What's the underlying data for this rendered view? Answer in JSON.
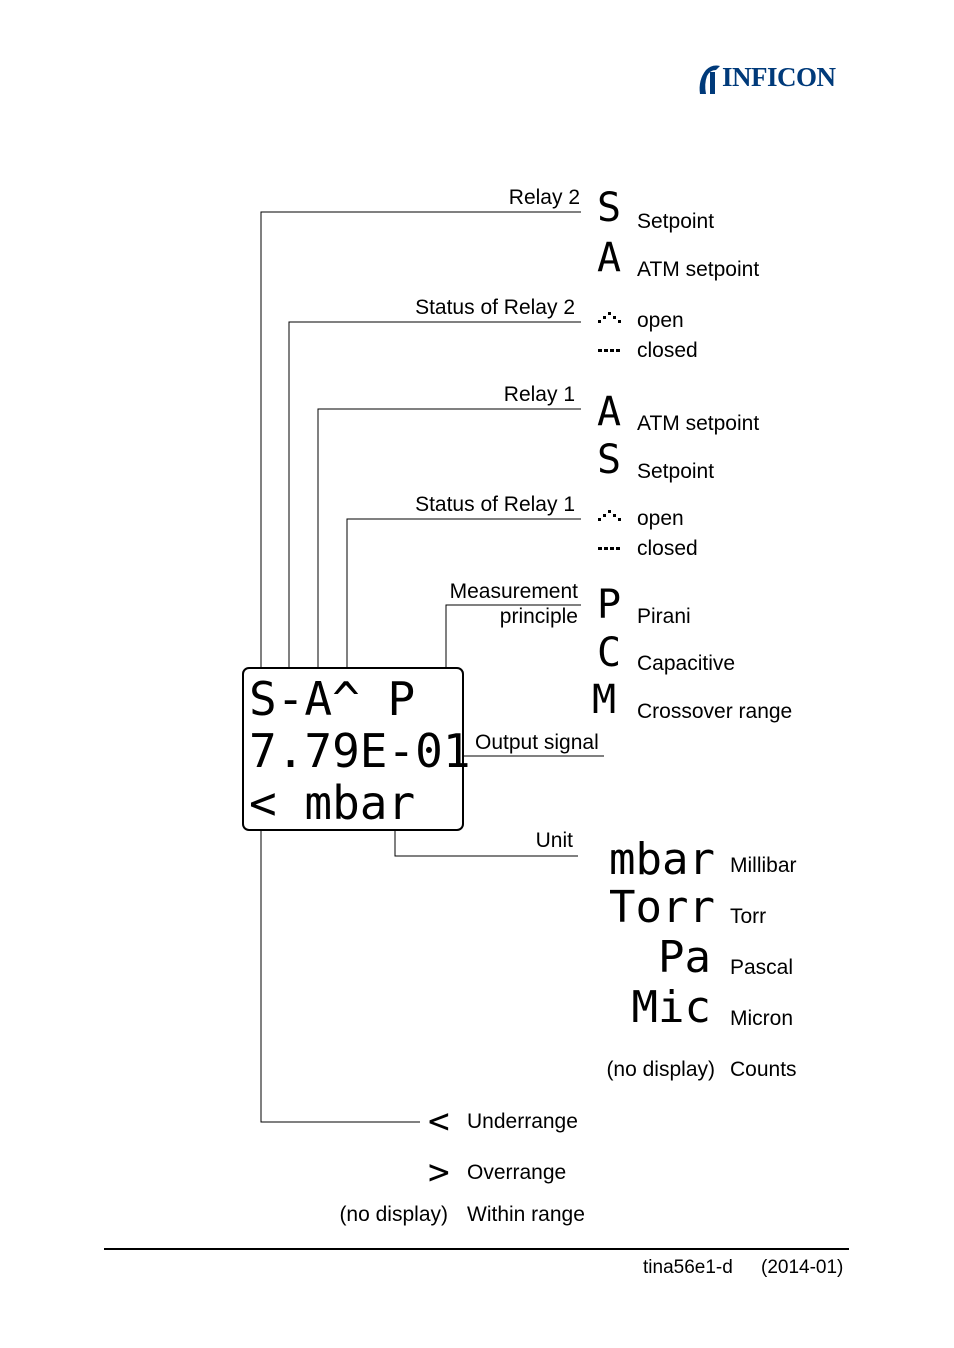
{
  "logo": {
    "text": "INFICON",
    "color": "#003a7a"
  },
  "lcd": {
    "row1": "S-A^  P",
    "row2": "7.79E-01",
    "row3": "<   mbar"
  },
  "callouts": {
    "relay2": "Relay 2",
    "status_relay2": "Status of Relay 2",
    "relay1": "Relay 1",
    "status_relay1": "Status of Relay 1",
    "measurement_line1": "Measurement",
    "measurement_line2": "principle",
    "output_signal": "Output signal",
    "unit": "Unit"
  },
  "legend": {
    "relay2_setpoint": {
      "symbol": "S",
      "label": "Setpoint"
    },
    "relay2_atm": {
      "symbol": "A",
      "label": "ATM setpoint"
    },
    "status2_open": {
      "label": "open"
    },
    "status2_closed": {
      "label": "closed"
    },
    "relay1_atm": {
      "symbol": "A",
      "label": "ATM setpoint"
    },
    "relay1_setpoint": {
      "symbol": "S",
      "label": "Setpoint"
    },
    "status1_open": {
      "label": "open"
    },
    "status1_closed": {
      "label": "closed"
    },
    "pirani": {
      "symbol": "P",
      "label": "Pirani"
    },
    "capacitive": {
      "symbol": "C",
      "label": "Capacitive"
    },
    "crossover": {
      "symbol": "M",
      "label": "Crossover range"
    },
    "unit_mbar": {
      "symbol": "mbar",
      "label": "Millibar"
    },
    "unit_torr": {
      "symbol": "Torr",
      "label": "Torr"
    },
    "unit_pa": {
      "symbol": "Pa",
      "label": "Pascal"
    },
    "unit_mic": {
      "symbol": "Mic",
      "label": "Micron"
    },
    "unit_counts": {
      "symbol": "(no display)",
      "label": "Counts"
    },
    "underrange": {
      "symbol": "<",
      "label": "Underrange"
    },
    "overrange": {
      "symbol": ">",
      "label": "Overrange"
    },
    "within": {
      "symbol": "(no display)",
      "label": "Within range"
    }
  },
  "footer": {
    "doc_id": "tina56e1-d",
    "date": "(2014-01)"
  }
}
